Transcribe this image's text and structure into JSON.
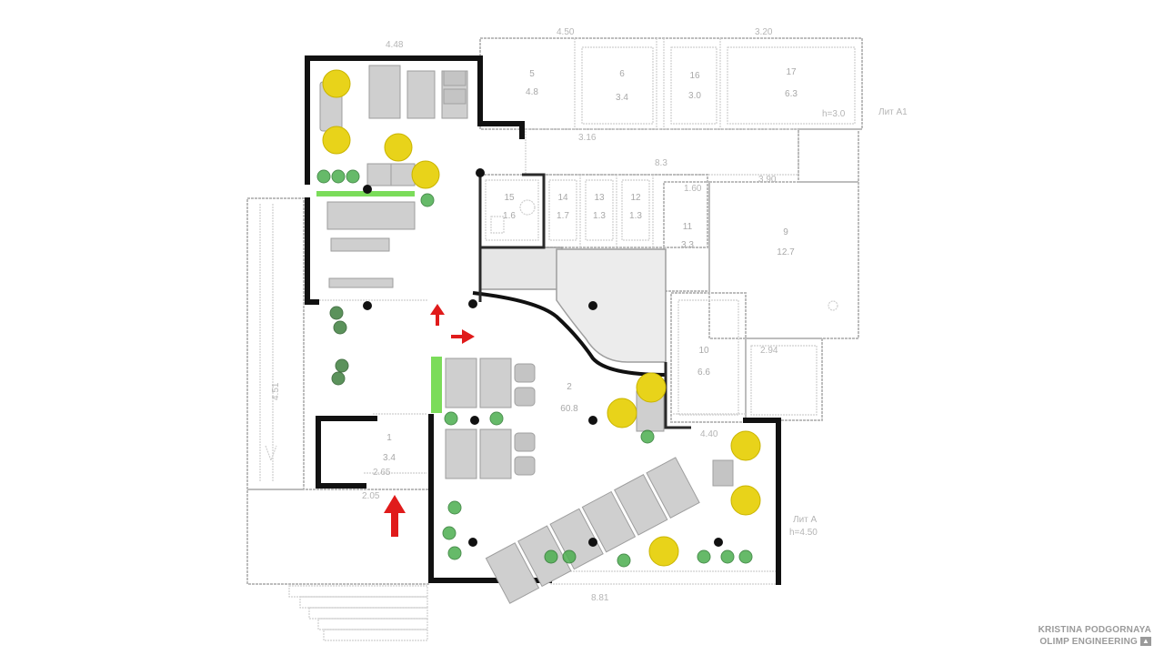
{
  "dimensions": {
    "d_top_left": "4.48",
    "d_top_mid": "4.50",
    "d_top_right": "3.20",
    "d_1": "3.16",
    "d_2": "8.3",
    "d_3": "1.60",
    "d_4": "3.90",
    "d_5": "2.94",
    "d_6": "8.81",
    "d_7": "4.51",
    "d_8": "2.05",
    "d_9": "2.65",
    "d_10": "4.40"
  },
  "rooms": [
    {
      "id": "r5",
      "num": "5",
      "area": "4.8"
    },
    {
      "id": "r6",
      "num": "6",
      "area": "3.4"
    },
    {
      "id": "r16",
      "num": "16",
      "area": "3.0"
    },
    {
      "id": "r17",
      "num": "17",
      "area": "6.3"
    },
    {
      "id": "r15",
      "num": "15",
      "area": "1.6"
    },
    {
      "id": "r14",
      "num": "14",
      "area": "1.7"
    },
    {
      "id": "r13a",
      "num": "13",
      "area": "1.3"
    },
    {
      "id": "r12",
      "num": "12",
      "area": "1.3"
    },
    {
      "id": "r11",
      "num": "11",
      "area": "3.3"
    },
    {
      "id": "r9",
      "num": "9",
      "area": "12.7"
    },
    {
      "id": "r10",
      "num": "10",
      "area": "6.6"
    },
    {
      "id": "r2",
      "num": "2",
      "area": "60.8"
    },
    {
      "id": "r1",
      "num": "1",
      "area": "3.4"
    }
  ],
  "annotations": {
    "lit_a1": "Лит А1",
    "lit_a": "Лит А",
    "height_a": "h=4.50",
    "height_a1": "h=3.0"
  },
  "colors": {
    "wall": "#111111",
    "lamp": "#e8d31a",
    "plant": "#4caf50",
    "accent_green": "#7bdc5a",
    "arrow": "#e01b1b"
  },
  "credit": {
    "author": "KRISTINA PODGORNAYA",
    "company": "OLIMP ENGINEERING"
  }
}
